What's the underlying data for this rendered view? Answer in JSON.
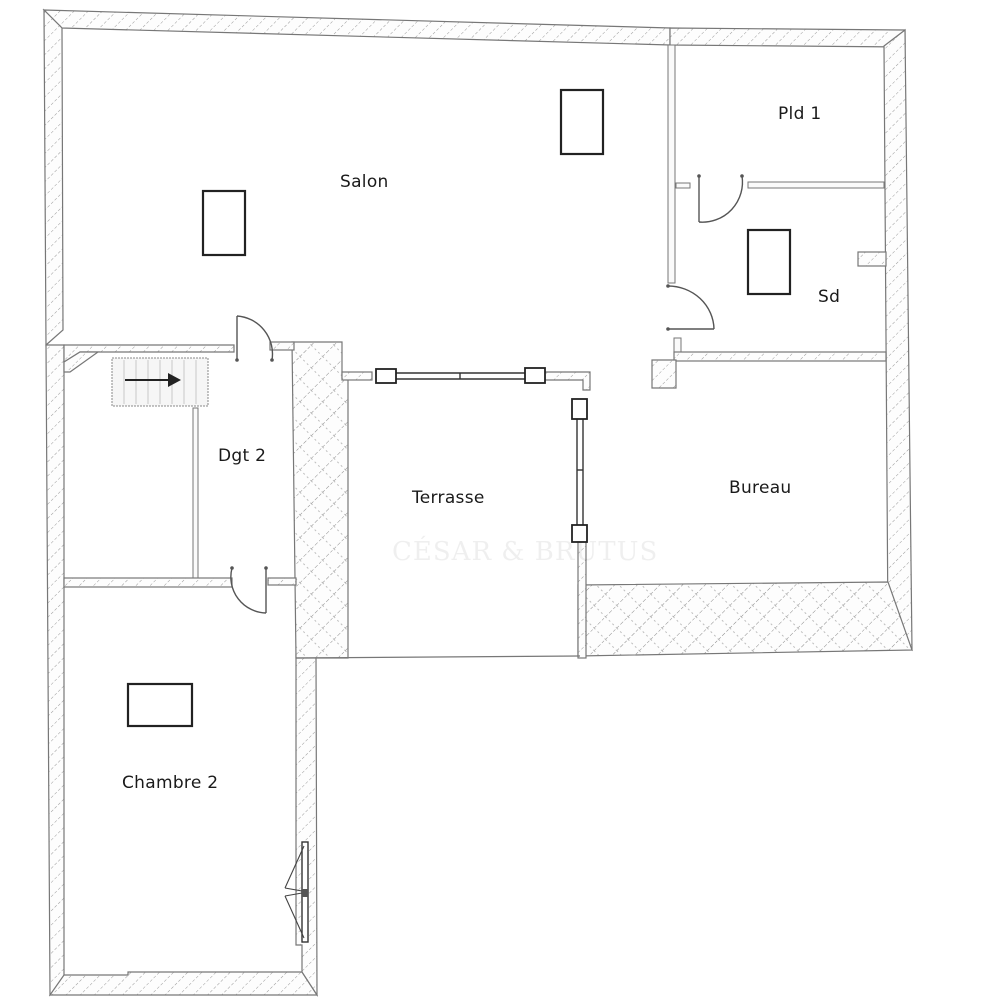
{
  "plan": {
    "title": "",
    "rooms": [
      {
        "id": "salon",
        "label": "Salon"
      },
      {
        "id": "pld1",
        "label": "Pld 1"
      },
      {
        "id": "sd",
        "label": "Sd"
      },
      {
        "id": "dgt2",
        "label": "Dgt 2"
      },
      {
        "id": "terrasse",
        "label": "Terrasse"
      },
      {
        "id": "bureau",
        "label": "Bureau"
      },
      {
        "id": "chambre2",
        "label": "Chambre 2"
      }
    ],
    "watermark": "CÉSAR & BRUTUS",
    "colors": {
      "background": "#ffffff",
      "wall_stroke": "#777777",
      "text": "#1a1a1a",
      "skylight_stroke": "#222222"
    }
  }
}
